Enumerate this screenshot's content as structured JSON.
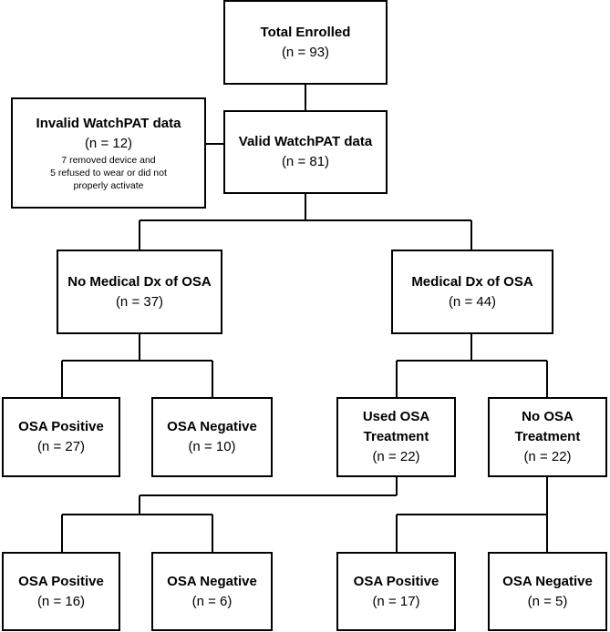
{
  "nodes": {
    "total": {
      "title": "Total Enrolled",
      "count": "(n = 93)"
    },
    "invalid": {
      "title": "Invalid WatchPAT data",
      "count": "(n = 12)",
      "note_1": "7 removed device and",
      "note_2": "5 refused to wear or did not",
      "note_3": "properly activate"
    },
    "valid": {
      "title": "Valid WatchPAT data",
      "count": "(n = 81)"
    },
    "no_dx": {
      "title": "No Medical Dx of OSA",
      "count": "(n = 37)"
    },
    "dx": {
      "title": "Medical Dx of OSA",
      "count": "(n = 44)"
    },
    "nodx_pos": {
      "title": "OSA Positive",
      "count": "(n = 27)"
    },
    "nodx_neg": {
      "title": "OSA Negative",
      "count": "(n = 10)"
    },
    "used_tx": {
      "title_1": "Used OSA",
      "title_2": "Treatment",
      "count": "(n = 22)"
    },
    "no_tx": {
      "title_1": "No OSA",
      "title_2": "Treatment",
      "count": "(n = 22)"
    },
    "used_pos": {
      "title": "OSA Positive",
      "count": "(n = 16)"
    },
    "used_neg": {
      "title": "OSA Negative",
      "count": "(n = 6)"
    },
    "notx_pos": {
      "title": "OSA Positive",
      "count": "(n = 17)"
    },
    "notx_neg": {
      "title": "OSA Negative",
      "count": "(n = 5)"
    }
  }
}
